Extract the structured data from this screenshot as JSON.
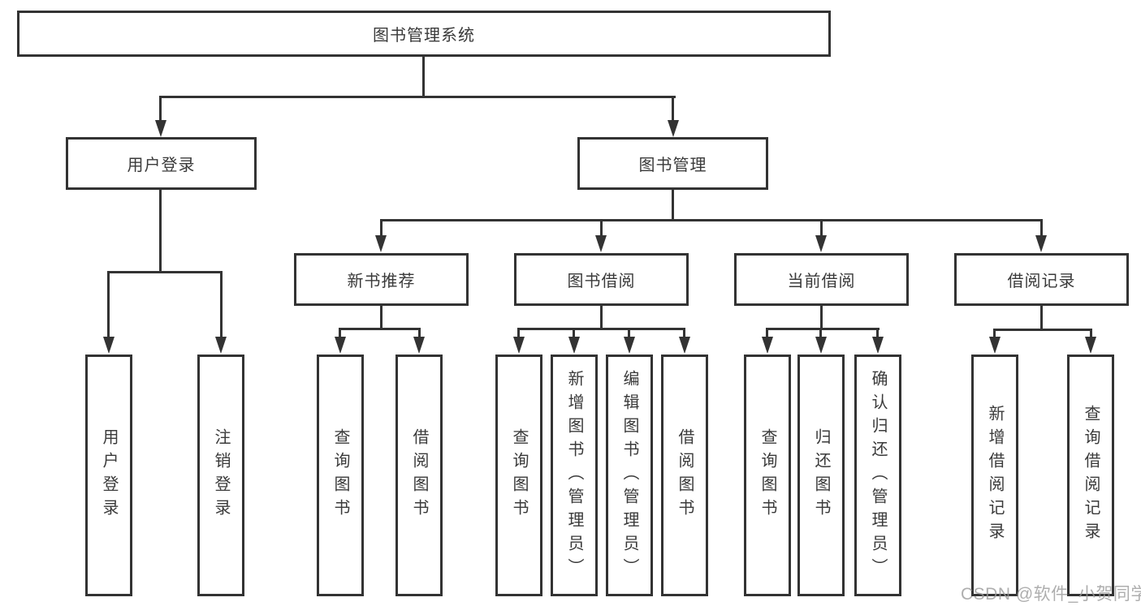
{
  "diagram": {
    "title": "图书管理系统",
    "root": "图书管理系统",
    "children": [
      {
        "label": "用户登录",
        "leaves": [
          "用户登录",
          "注销登录"
        ]
      },
      {
        "label": "图书管理",
        "sections": [
          {
            "label": "新书推荐",
            "leaves": [
              "查询图书",
              "借阅图书"
            ]
          },
          {
            "label": "图书借阅",
            "leaves": [
              "查询图书",
              "新增图书（管理员）",
              "编辑图书（管理员）",
              "借阅图书"
            ]
          },
          {
            "label": "当前借阅",
            "leaves": [
              "查询图书",
              "归还图书",
              "确认归还（管理员）"
            ]
          },
          {
            "label": "借阅记录",
            "leaves": [
              "新增借阅记录",
              "查询借阅记录"
            ]
          }
        ]
      }
    ]
  },
  "watermark": {
    "text": "CSDN @软件_小贺同学"
  },
  "colors": {
    "background": "#ffffff",
    "box_border": "#333333",
    "line": "#333333",
    "text": "#3a3a3a",
    "watermark": "#9a9a9a"
  }
}
